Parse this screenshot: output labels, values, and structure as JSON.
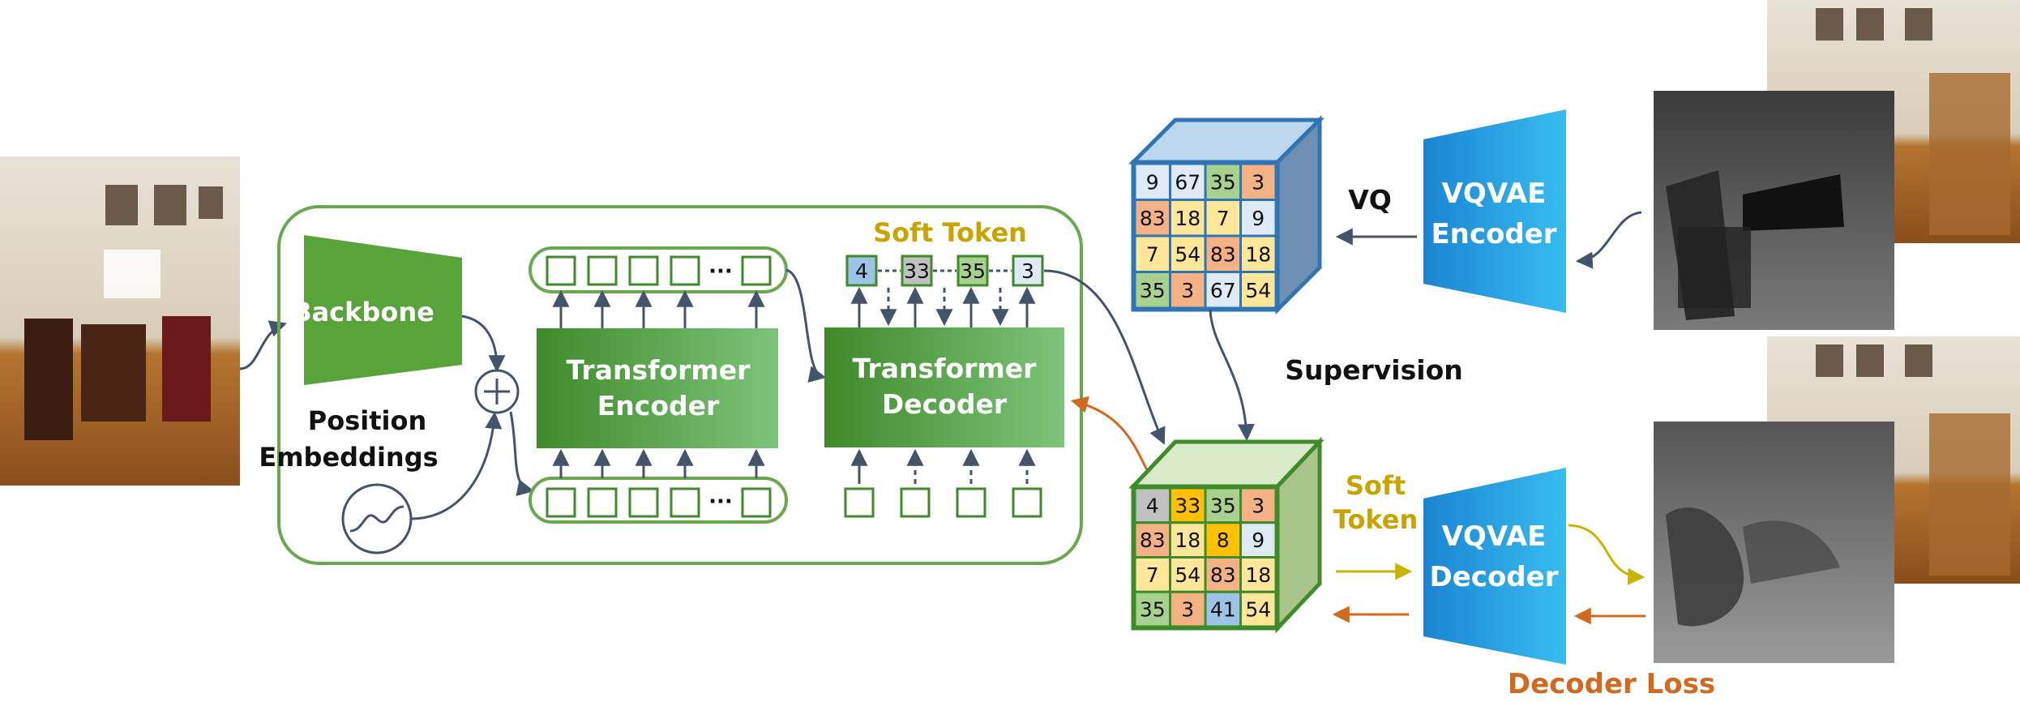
{
  "labels": {
    "backbone": "Backbone",
    "position_embeddings_line1": "Position",
    "position_embeddings_line2": "Embeddings",
    "transformer_encoder_line1": "Transformer",
    "transformer_encoder_line2": "Encoder",
    "transformer_decoder_line1": "Transformer",
    "transformer_decoder_line2": "Decoder",
    "soft_token_top": "Soft Token",
    "soft_token_side_line1": "Soft",
    "soft_token_side_line2": "Token",
    "vq": "VQ",
    "supervision": "Supervision",
    "vqvae_encoder_line1": "VQVAE",
    "vqvae_encoder_line2": "Encoder",
    "vqvae_decoder_line1": "VQVAE",
    "vqvae_decoder_line2": "Decoder",
    "decoder_loss": "Decoder Loss",
    "ellipsis": "···"
  },
  "soft_tokens": [
    "4",
    "33",
    "35",
    "3"
  ],
  "gt_token_grid": [
    [
      "9",
      "67",
      "35",
      "3"
    ],
    [
      "83",
      "18",
      "7",
      "9"
    ],
    [
      "7",
      "54",
      "83",
      "18"
    ],
    [
      "35",
      "3",
      "67",
      "54"
    ]
  ],
  "pred_token_grid": [
    [
      "4",
      "33",
      "35",
      "3"
    ],
    [
      "83",
      "18",
      "8",
      "9"
    ],
    [
      "7",
      "54",
      "83",
      "18"
    ],
    [
      "35",
      "3",
      "41",
      "54"
    ]
  ],
  "colors": {
    "green_dark": "#3f8a2a",
    "green_light": "#7cc47a",
    "outline_green": "#6aa84f",
    "vqvae_blue": "#1f8fd8",
    "vqvae_cyan": "#33b8ee",
    "soft_token_text": "#c9a400",
    "decoder_loss_text": "#d2691e",
    "arrow_gray": "#44546a"
  }
}
